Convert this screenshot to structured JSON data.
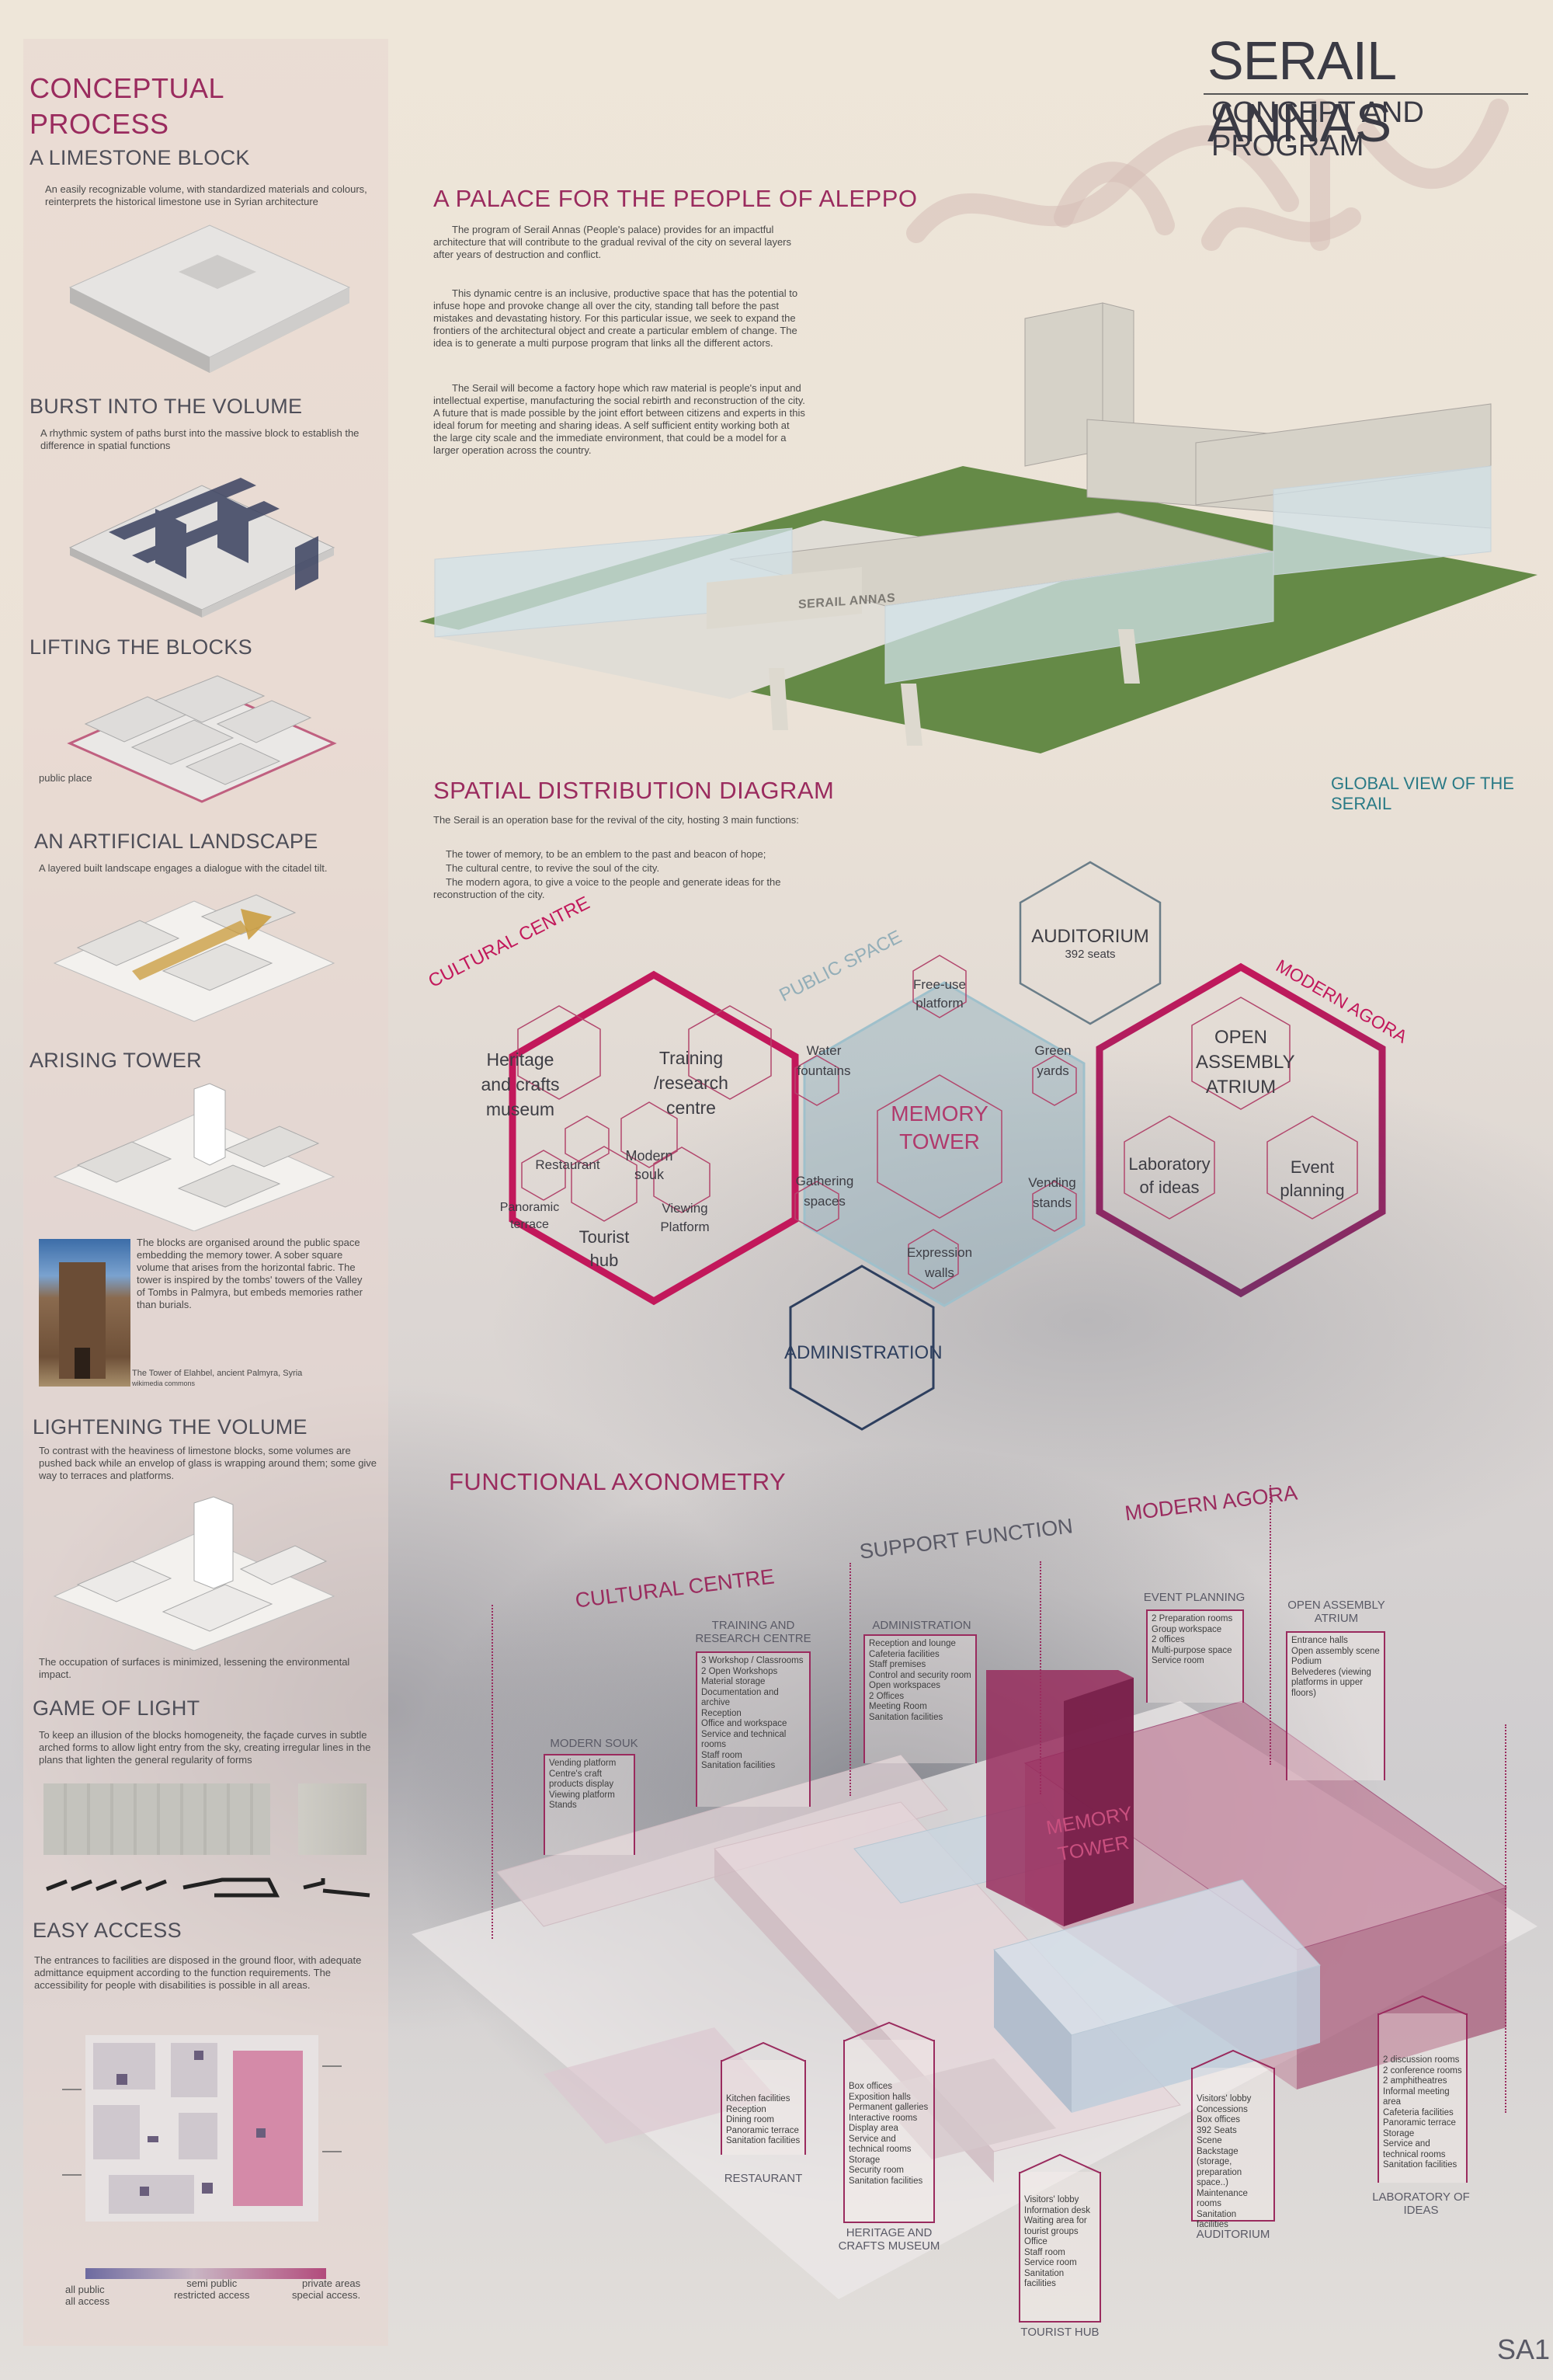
{
  "header": {
    "title": "SERAIL ANNAS",
    "subtitle": "CONCEPT AND PROGRAM",
    "sheet_id": "SA1"
  },
  "left": {
    "conceptual": "CONCEPTUAL",
    "process": "PROCESS",
    "limestone_title": "A LIMESTONE BLOCK",
    "limestone_text": "An easily recognizable volume, with standardized materials and colours, reinterprets the historical limestone use in Syrian architecture",
    "burst_title": "BURST INTO THE VOLUME",
    "burst_text": "A rhythmic system of paths burst into the massive block to establish the difference in spatial functions",
    "lifting_title": "LIFTING THE BLOCKS",
    "public_place": "public place",
    "landscape_title": "AN ARTIFICIAL LANDSCAPE",
    "landscape_text": "A layered built landscape engages a dialogue with the citadel tilt.",
    "tower_title": "ARISING TOWER",
    "tower_text": "The blocks are organised around the public space embedding the memory tower. A sober square volume that arises from the horizontal fabric. The tower is inspired by the tombs' towers of the Valley of Tombs in Palmyra, but embeds memories rather than burials.",
    "photo_caption": "The Tower of Elahbel, ancient Palmyra, Syria",
    "photo_credit": "wikimedia commons",
    "lightening_title": "LIGHTENING THE VOLUME",
    "lightening_text": "To contrast with the heaviness of limestone blocks, some volumes are pushed back while an envelop of glass is wrapping around them; some give way to terraces and platforms.",
    "occupation_text": "The occupation of surfaces is minimized, lessening the environmental impact.",
    "light_title": "GAME OF LIGHT",
    "light_text": "To keep an illusion of the blocks homogeneity, the façade curves in subtle arched forms to allow light entry from the sky, creating irregular lines in the plans that lighten the general regularity of forms",
    "access_title": "EASY ACCESS",
    "access_text": "The entrances to facilities are disposed in the ground floor, with adequate admittance equipment according to the function requirements. The accessibility for people with disabilities is possible in all areas.",
    "legend": {
      "public_1": "all public",
      "public_2": "all access",
      "semi_1": "semi public",
      "semi_2": "restricted access",
      "private_1": "private areas",
      "private_2": "special access."
    }
  },
  "palace": {
    "title": "A PALACE FOR THE PEOPLE OF ALEPPO",
    "p1": "The program of Serail Annas (People's palace) provides for an impactful architecture that will contribute to the gradual revival of the city on several layers after years of destruction and conflict.",
    "p2": "This dynamic centre is an inclusive, productive space that has the potential to infuse hope and provoke change all over the city, standing tall before the past mistakes and devastating history. For this particular issue, we seek to expand the frontiers of the architectural object and create a particular emblem of change. The idea is to generate a multi purpose program that links all the different actors.",
    "p3": "The Serail will become a factory hope which raw material is people's input and intellectual expertise, manufacturing the social rebirth and reconstruction of the city. A future that is made possible by the joint effort between citizens and experts in this ideal forum for meeting and sharing ideas. A self sufficient entity working both at the large city scale and the immediate environment, that could be a model for a larger operation across the country.",
    "building_sign": "SERAIL ANNAS",
    "global_view": "GLOBAL VIEW OF THE SERAIL"
  },
  "spatial": {
    "title": "SPATIAL DISTRIBUTION DIAGRAM",
    "intro": "The Serail is  an operation base for the revival of the city, hosting 3 main functions:",
    "l1": "The tower of memory, to be an emblem to the past and beacon of hope;",
    "l2": "The cultural centre, to revive the soul of the city.",
    "l3": "The modern agora, to give a voice to the people and generate ideas for the reconstruction of the city.",
    "cultural_centre": "CULTURAL CENTRE",
    "public_space": "PUBLIC SPACE",
    "modern_agora": "MODERN AGORA",
    "auditorium": "AUDITORIUM",
    "seats": "392 seats",
    "administration": "ADMINISTRATION",
    "heritage": [
      "Heritage",
      "and crafts",
      "museum"
    ],
    "training": [
      "Training",
      "/research",
      "centre"
    ],
    "restaurant": "Restaurant",
    "modern_souk": [
      "Modern",
      "souk"
    ],
    "panoramic": [
      "Panoramic",
      "terrace"
    ],
    "tourist_hub": [
      "Tourist",
      "hub"
    ],
    "viewing": [
      "Viewing",
      "Platform"
    ],
    "free_use": [
      "Free-use",
      "platform"
    ],
    "water": [
      "Water",
      "fountains"
    ],
    "green": [
      "Green",
      "yards"
    ],
    "memory": [
      "MEMORY",
      "TOWER"
    ],
    "gathering": [
      "Gathering",
      "spaces"
    ],
    "vending": [
      "Vending",
      "stands"
    ],
    "expression": [
      "Expression",
      "walls"
    ],
    "open_assembly": [
      "OPEN",
      "ASSEMBLY",
      "ATRIUM"
    ],
    "lab": [
      "Laboratory",
      "of ideas"
    ],
    "event": [
      "Event",
      "planning"
    ]
  },
  "axo": {
    "title": "FUNCTIONAL AXONOMETRY",
    "cultural_centre": "CULTURAL CENTRE",
    "support": "SUPPORT FUNCTION",
    "modern_agora": "MODERN AGORA",
    "memory_tower": [
      "MEMORY",
      "TOWER"
    ],
    "boxes": {
      "souk": {
        "title": "MODERN SOUK",
        "items": [
          "Vending platform",
          "Centre's craft products display",
          "Viewing platform",
          "Stands"
        ]
      },
      "training": {
        "title": "TRAINING AND RESEARCH CENTRE",
        "items": [
          "3 Workshop / Classrooms",
          "2 Open Workshops",
          "Material storage",
          "Documentation and archive",
          "Reception",
          "Office and workspace",
          "Service and technical rooms",
          "Staff room",
          "Sanitation facilities"
        ]
      },
      "admin": {
        "title": "ADMINISTRATION",
        "items": [
          "Reception and lounge",
          "Cafeteria facilities",
          "Staff premises",
          "Control and security room",
          "Open workspaces",
          "2 Offices",
          "Meeting Room",
          "Sanitation facilities"
        ]
      },
      "event": {
        "title": "EVENT PLANNING",
        "items": [
          "2 Preparation rooms",
          "Group workspace",
          "2 offices",
          "Multi-purpose space",
          "Service room"
        ]
      },
      "atrium": {
        "title": "OPEN ASSEMBLY ATRIUM",
        "items": [
          "Entrance halls",
          "Open assembly scene",
          "Podium",
          "Belvederes (viewing platforms in upper floors)"
        ]
      },
      "restaurant": {
        "title": "RESTAURANT",
        "items": [
          "Kitchen facilities",
          "Reception",
          "Dining room",
          "Panoramic terrace",
          "Sanitation facilities"
        ]
      },
      "museum": {
        "title": "HERITAGE AND CRAFTS MUSEUM",
        "items": [
          "Box offices",
          "Exposition halls",
          "Permanent galleries",
          "Interactive rooms",
          "Display area",
          "Service and technical rooms",
          "Storage",
          "Security room",
          "Sanitation facilities"
        ]
      },
      "tourist": {
        "title": "TOURIST HUB",
        "items": [
          "Visitors' lobby",
          "Information desk",
          "Waiting area for tourist groups",
          "Office",
          "Staff room",
          "Service room",
          "Sanitation facilities"
        ]
      },
      "auditorium": {
        "title": "AUDITORIUM",
        "items": [
          "Visitors' lobby",
          "Concessions",
          "Box offices",
          "392 Seats",
          "Scene",
          "Backstage (storage, preparation space..)",
          "Maintenance rooms",
          "Sanitation facilities"
        ]
      },
      "lab": {
        "title": "LABORATORY OF IDEAS",
        "items": [
          "2 discussion rooms",
          "2 conference rooms",
          "2 amphitheatres",
          "Informal meeting area",
          "Cafeteria facilities",
          "Panoramic terrace",
          "Storage",
          "Service and technical rooms",
          "Sanitation facilities"
        ]
      }
    }
  },
  "colors": {
    "accent": "#9a2b5e",
    "hex_pink": "#c2185b",
    "admin_blue": "#2e3f5e",
    "teal": "#2a7a86"
  }
}
